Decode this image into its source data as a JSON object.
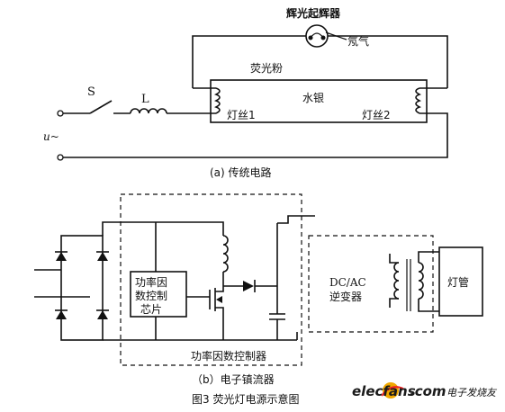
{
  "top_circuit": {
    "glow_starter": "辉光起辉器",
    "neon": "氖气",
    "phosphor": "荧光粉",
    "switch": "S",
    "inductor": "L",
    "filament1": "灯丝1",
    "mercury": "水银",
    "filament2": "灯丝2",
    "source": "u~",
    "caption": "(a) 传统电路"
  },
  "bottom_circuit": {
    "pfc_chip_line1": "功率因",
    "pfc_chip_line2": "数控制",
    "pfc_chip_line3": "芯片",
    "inverter_line1": "DC/AC",
    "inverter_line2": "逆变器",
    "lamp": "灯管",
    "pfc_controller": "功率因数控制器",
    "caption": "（b）电子镇流器"
  },
  "figure_caption": "图3  荧光灯电源示意图",
  "watermark": {
    "brand": "elecfans",
    "domain": ".com",
    "tagline": "电子发烧友"
  }
}
